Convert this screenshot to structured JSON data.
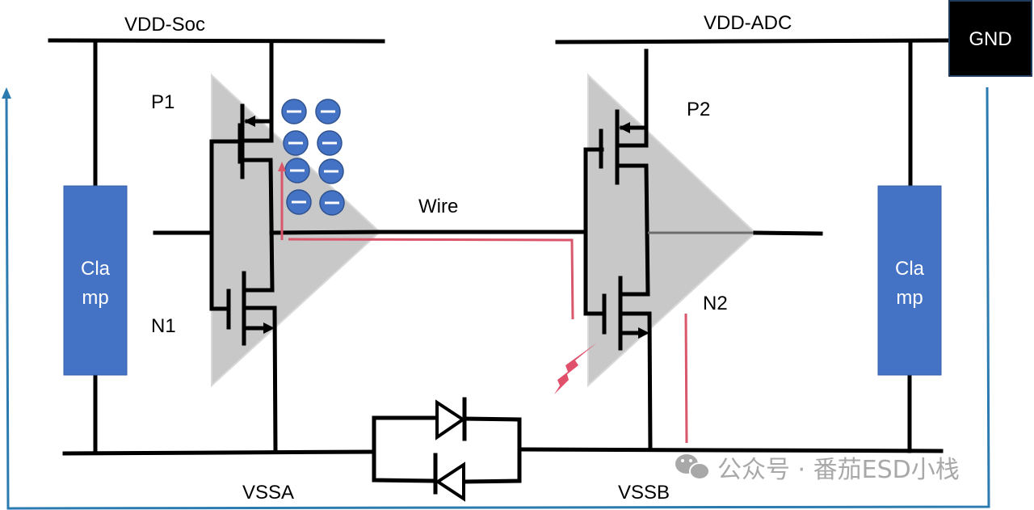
{
  "diagram": {
    "rails": {
      "vdd_soc": "VDD-Soc",
      "vdd_adc": "VDD-ADC",
      "vssa": "VSSA",
      "vssb": "VSSB"
    },
    "ground_box": {
      "label": "GND"
    },
    "clamps": [
      {
        "line1": "Cla",
        "line2": "mp"
      },
      {
        "line1": "Cla",
        "line2": "mp"
      }
    ],
    "transistors": {
      "p1": "P1",
      "n1": "N1",
      "p2": "P2",
      "n2": "N2"
    },
    "wire_label": "Wire",
    "charges": {
      "count": 8,
      "symbol": "−"
    },
    "watermark": "公众号 · 番茄ESD小栈",
    "colors": {
      "clamp_fill": "#4472c4",
      "charge_fill": "#4472c4",
      "current_path": "#d9566b",
      "return_path": "#2c7bb0",
      "buffer_fill": "#c8c8c8",
      "gnd_fill": "#000000"
    }
  }
}
